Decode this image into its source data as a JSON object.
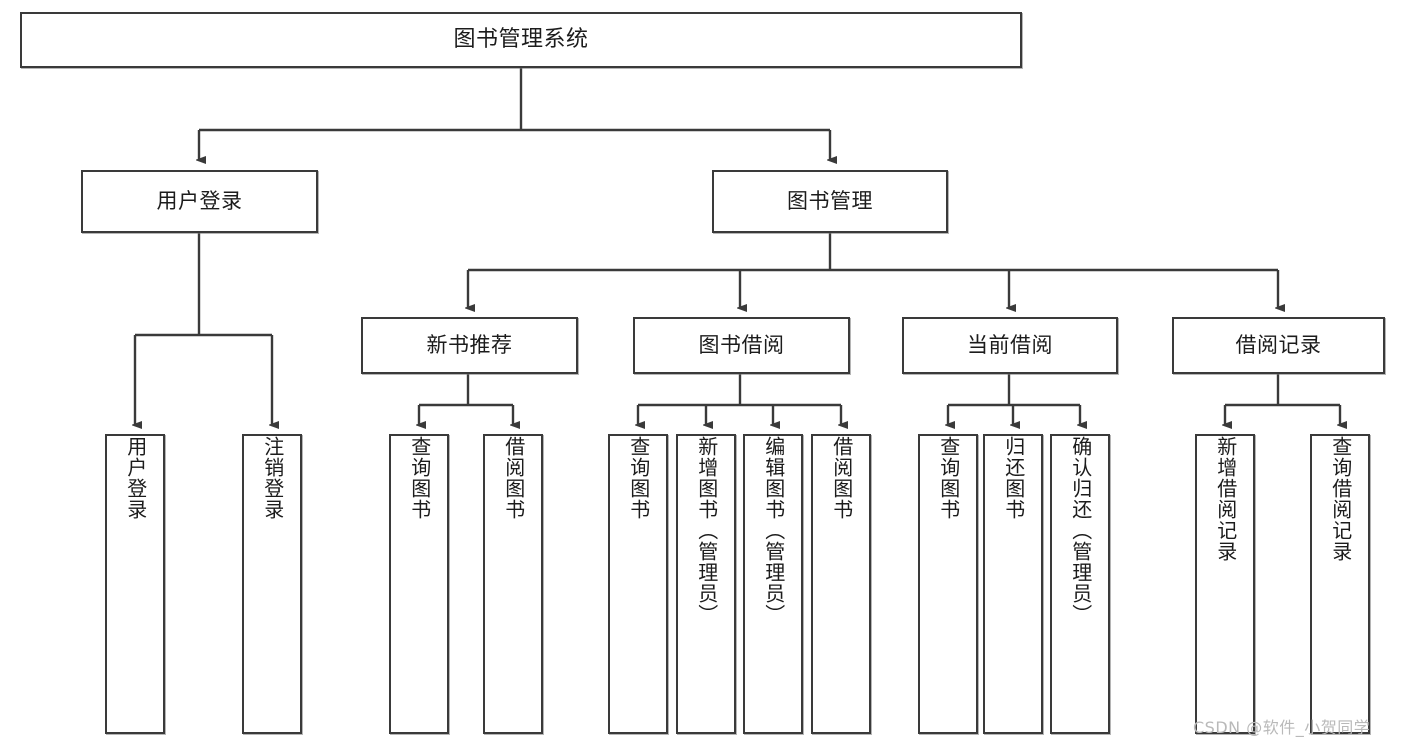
{
  "diagram": {
    "title": "图书管理系统",
    "type": "hierarchy-tree",
    "root": {
      "label": "图书管理系统"
    },
    "level2": [
      {
        "label": "用户登录"
      },
      {
        "label": "图书管理"
      }
    ],
    "level3": [
      {
        "label": "新书推荐"
      },
      {
        "label": "图书借阅"
      },
      {
        "label": "当前借阅"
      },
      {
        "label": "借阅记录"
      }
    ],
    "leaves": {
      "user_login": [
        {
          "label": "用户登录"
        },
        {
          "label": "注销登录"
        }
      ],
      "new_book_recommend": [
        {
          "label": "查询图书"
        },
        {
          "label": "借阅图书"
        }
      ],
      "book_borrow": [
        {
          "label": "查询图书"
        },
        {
          "label": "新增图书（管理员）"
        },
        {
          "label": "编辑图书（管理员）"
        },
        {
          "label": "借阅图书"
        }
      ],
      "current_borrow": [
        {
          "label": "查询图书"
        },
        {
          "label": "归还图书"
        },
        {
          "label": "确认归还（管理员）"
        }
      ],
      "borrow_records": [
        {
          "label": "新增借阅记录"
        },
        {
          "label": "查询借阅记录"
        }
      ]
    }
  },
  "watermark": {
    "text": "CSDN @软件_小贺同学"
  },
  "colors": {
    "stroke": "#3a3a3a",
    "fill": "#ffffff",
    "text": "#1c1c1c",
    "watermark": "#b9b9b9"
  }
}
